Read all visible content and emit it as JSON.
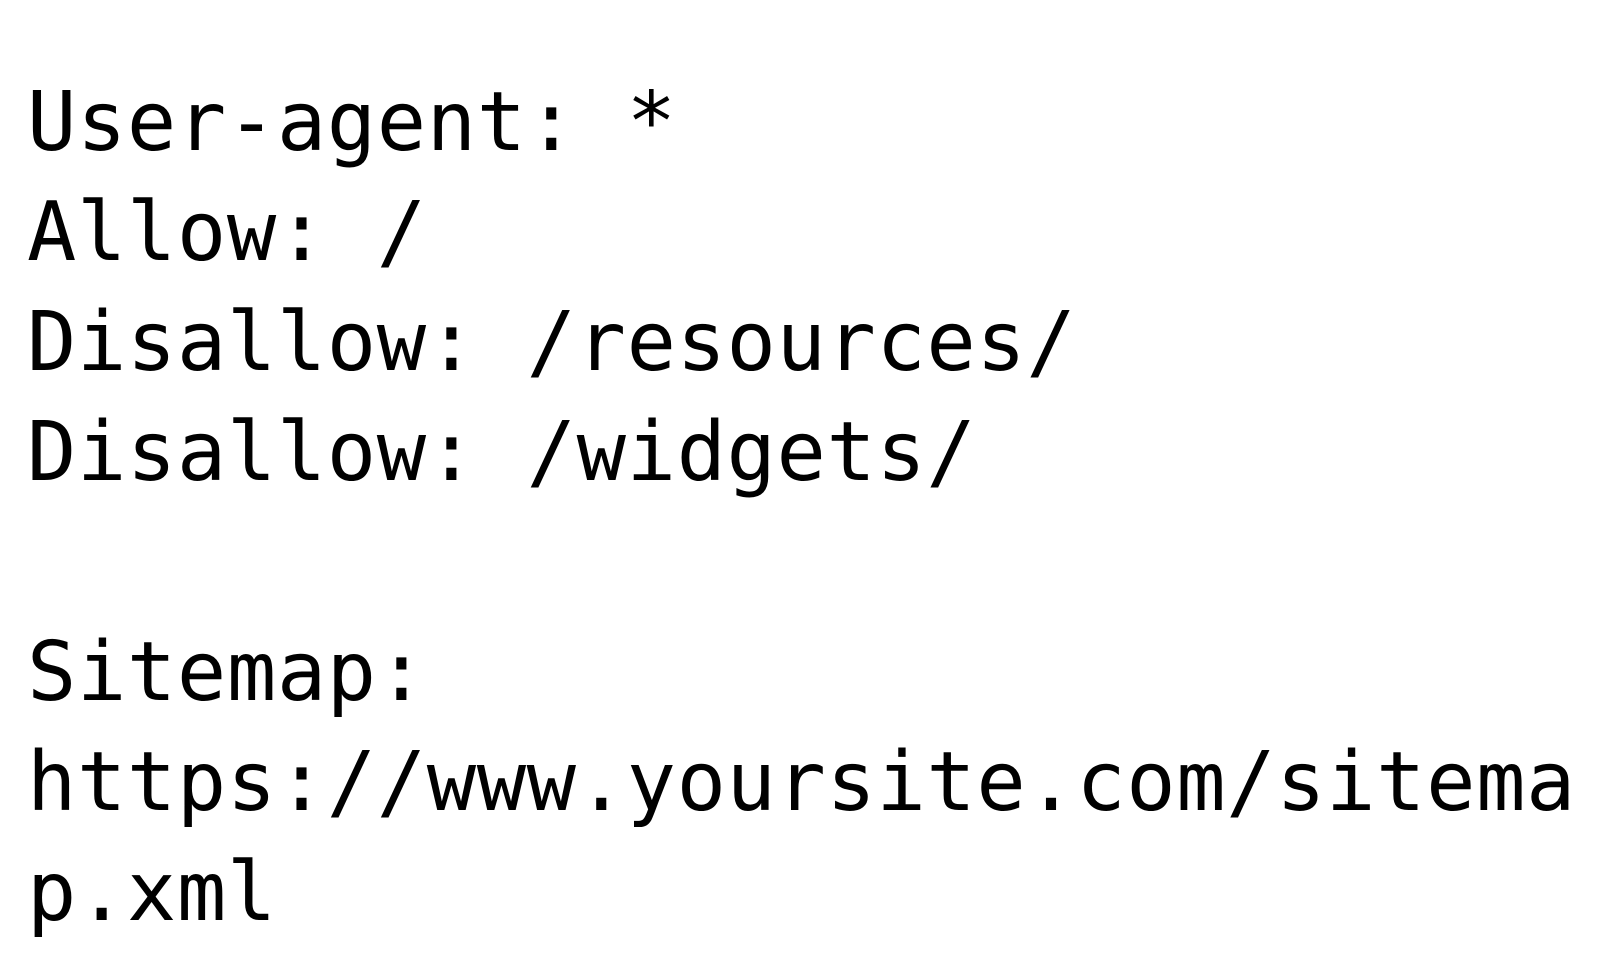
{
  "document": {
    "type": "robots.txt",
    "background_color": "#ffffff",
    "text_color": "#000000",
    "lines": [
      "User-agent: *",
      "Allow: /",
      "Disallow: /resources/",
      "Disallow: /widgets/",
      "",
      "Sitemap:",
      "https://www.yoursite.com/sitemap.xml"
    ],
    "directives": {
      "user_agent_label": "User-agent:",
      "user_agent_value": "*",
      "allow_label": "Allow:",
      "allow_value": "/",
      "disallow_label_1": "Disallow:",
      "disallow_value_1": "/resources/",
      "disallow_label_2": "Disallow:",
      "disallow_value_2": "/widgets/",
      "sitemap_label": "Sitemap:",
      "sitemap_url": "https://www.yoursite.com/sitemap.xml"
    }
  }
}
